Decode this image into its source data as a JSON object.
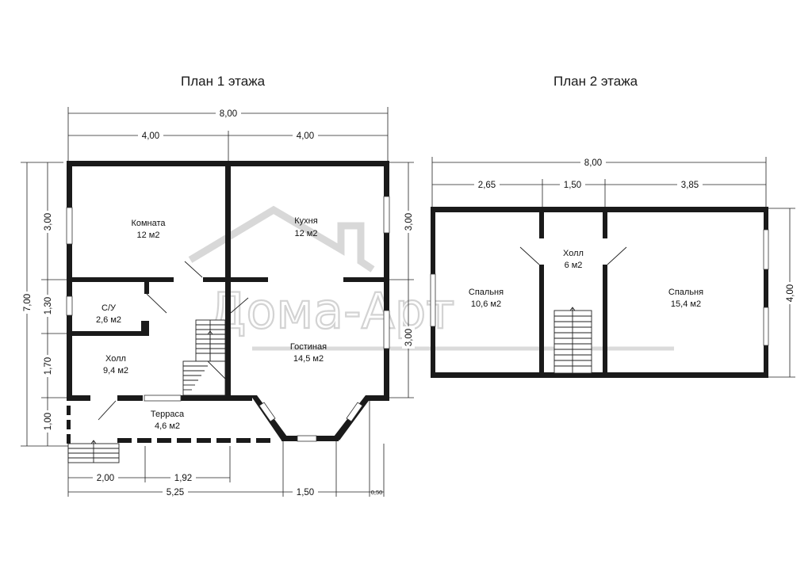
{
  "titles": {
    "floor1": "План 1 этажа",
    "floor2": "План 2 этажа"
  },
  "watermark": "Дома-Арт",
  "floor1": {
    "dims": {
      "total_width": "8,00",
      "left_width": "4,00",
      "right_width": "4,00",
      "total_depth": "7,00",
      "left_seg1": "3,00",
      "left_seg2": "1,30",
      "left_seg3": "1,70",
      "left_seg4": "1,00",
      "right_seg1": "3,00",
      "right_seg2": "3,00",
      "bottom_seg1": "2,00",
      "bottom_seg2": "1,92",
      "bottom_total_left": "5,25",
      "bottom_bay": "1,50",
      "bottom_small": "0,50"
    },
    "rooms": [
      {
        "name": "Комната",
        "area": "12 м2"
      },
      {
        "name": "Кухня",
        "area": "12 м2"
      },
      {
        "name": "С/У",
        "area": "2,6 м2"
      },
      {
        "name": "Холл",
        "area": "9,4 м2"
      },
      {
        "name": "Гостиная",
        "area": "14,5 м2"
      },
      {
        "name": "Терраса",
        "area": "4,6 м2"
      }
    ]
  },
  "floor2": {
    "dims": {
      "total_width": "8,00",
      "seg1": "2,65",
      "seg2": "1,50",
      "seg3": "3,85",
      "depth": "4,00"
    },
    "rooms": [
      {
        "name": "Холл",
        "area": "6 м2"
      },
      {
        "name": "Спальня",
        "area": "10,6 м2"
      },
      {
        "name": "Спальня",
        "area": "15,4 м2"
      }
    ]
  }
}
